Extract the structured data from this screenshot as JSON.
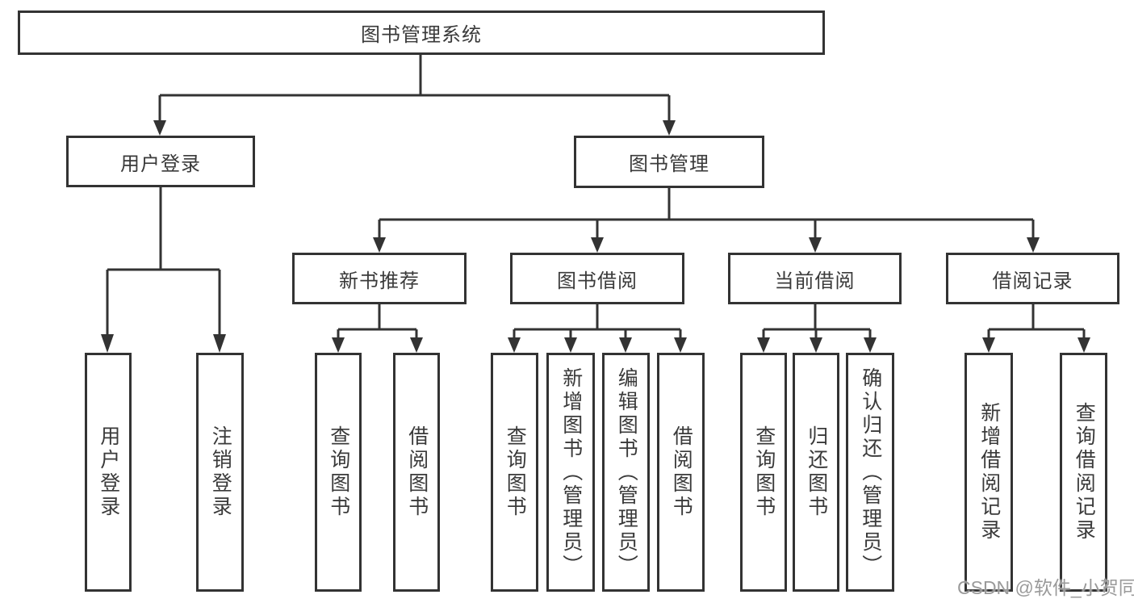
{
  "tree": {
    "root": "图书管理系统",
    "branches": [
      {
        "label": "用户登录",
        "leaves": [
          "用户登录",
          "注销登录"
        ]
      },
      {
        "label": "图书管理",
        "groups": [
          {
            "label": "新书推荐",
            "leaves": [
              "查询图书",
              "借阅图书"
            ]
          },
          {
            "label": "图书借阅",
            "leaves": [
              "查询图书",
              "新增图书（管理员）",
              "编辑图书（管理员）",
              "借阅图书"
            ]
          },
          {
            "label": "当前借阅",
            "leaves": [
              "查询图书",
              "归还图书",
              "确认归还（管理员）"
            ]
          },
          {
            "label": "借阅记录",
            "leaves": [
              "新增借阅记录",
              "查询借阅记录"
            ]
          }
        ]
      }
    ]
  },
  "watermark": "CSDN @软件_小贺同学",
  "colors": {
    "line": "#333333",
    "text": "#3a3a3a",
    "watermark": "#9a9a9a",
    "background": "#ffffff"
  }
}
